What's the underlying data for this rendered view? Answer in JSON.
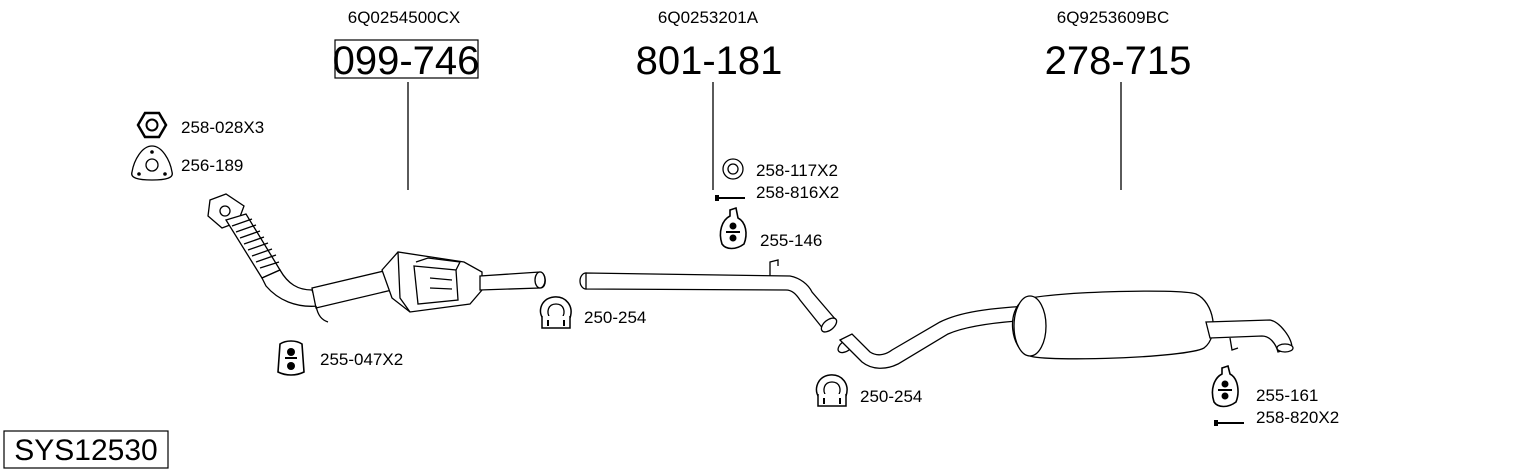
{
  "system_code": "SYS12530",
  "groups": [
    {
      "oe_number": "6Q0254500CX",
      "part_number": "099-746",
      "boxed": true
    },
    {
      "oe_number": "6Q0253201A",
      "part_number": "801-181",
      "boxed": false
    },
    {
      "oe_number": "6Q9253609BC",
      "part_number": "278-715",
      "boxed": false
    }
  ],
  "accessories": {
    "nut": "258-028X3",
    "flange_gasket": "256-189",
    "rubber_mount_front": "255-047X2",
    "clamp_front": "250-254",
    "ring": "258-117X2",
    "bolt_mid": "258-816X2",
    "hanger_mid": "255-146",
    "clamp_mid": "250-254",
    "hanger_rear": "255-161",
    "bolt_rear": "258-820X2"
  }
}
